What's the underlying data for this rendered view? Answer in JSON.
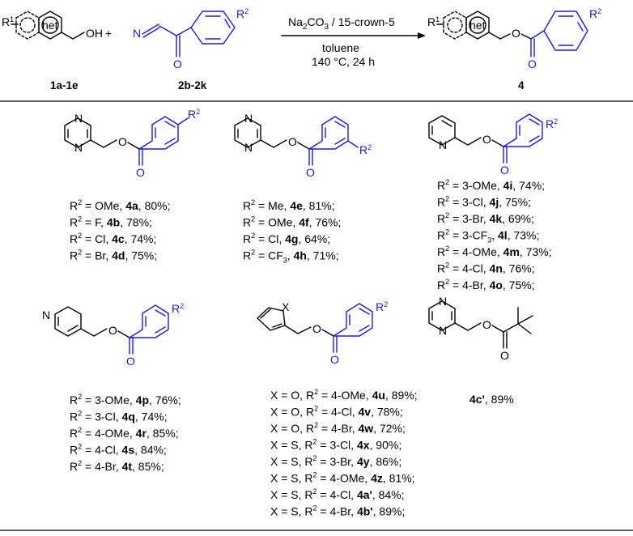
{
  "reaction": {
    "sm1_label": "1a-1e",
    "sm2_label": "2b-2k",
    "product_label": "4",
    "plus": "+",
    "atoms": {
      "r1": "R",
      "r1_sup": "1",
      "het": "het",
      "oh": "OH",
      "n": "N",
      "o": "O",
      "r2": "R",
      "r2_sup": "2",
      "x": "X"
    },
    "conditions": {
      "reagents_a": "Na",
      "reagents_sub": "2",
      "reagents_b": "CO",
      "reagents_sub2": "3",
      "reagents_c": " / 15-crown-5",
      "solvent": "toluene",
      "temp_time": "140 °C, 24 h"
    }
  },
  "groups": [
    {
      "id": "g1",
      "entries": [
        {
          "r": "R",
          "sup": "2",
          "sub": " = OMe, ",
          "cmpd": "4a",
          "yield": ", 80%;"
        },
        {
          "r": "R",
          "sup": "2",
          "sub": " = F, ",
          "cmpd": "4b",
          "yield": ", 78%;"
        },
        {
          "r": "R",
          "sup": "2",
          "sub": " = Cl, ",
          "cmpd": "4c",
          "yield": ", 74%;"
        },
        {
          "r": "R",
          "sup": "2",
          "sub": " = Br, ",
          "cmpd": "4d",
          "yield": ", 75%;"
        }
      ]
    },
    {
      "id": "g2",
      "entries": [
        {
          "r": "R",
          "sup": "2",
          "sub": " = Me, ",
          "cmpd": "4e",
          "yield": ", 81%;"
        },
        {
          "r": "R",
          "sup": "2",
          "sub": " = OMe, ",
          "cmpd": "4f",
          "yield": ", 76%;"
        },
        {
          "r": "R",
          "sup": "2",
          "sub": " = Cl, ",
          "cmpd": "4g",
          "yield": ", 64%;"
        },
        {
          "r": "R",
          "sup": "2",
          "sub": " = CF",
          "sub3": "3",
          "sub4": ", ",
          "cmpd": "4h",
          "yield": ", 71%;"
        }
      ]
    },
    {
      "id": "g3",
      "entries": [
        {
          "r": "R",
          "sup": "2",
          "sub": " = 3-OMe, ",
          "cmpd": "4i",
          "yield": ", 74%;"
        },
        {
          "r": "R",
          "sup": "2",
          "sub": " = 3-Cl, ",
          "cmpd": "4j",
          "yield": ", 75%;"
        },
        {
          "r": "R",
          "sup": "2",
          "sub": " = 3-Br, ",
          "cmpd": "4k",
          "yield": ", 69%;"
        },
        {
          "r": "R",
          "sup": "2",
          "sub": " = 3-CF",
          "sub3": "3",
          "sub4": ", ",
          "cmpd": "4l",
          "yield": ", 73%;"
        },
        {
          "r": "R",
          "sup": "2",
          "sub": " = 4-OMe, ",
          "cmpd": "4m",
          "yield": ", 73%;"
        },
        {
          "r": "R",
          "sup": "2",
          "sub": " = 4-Cl, ",
          "cmpd": "4n",
          "yield": ", 76%;"
        },
        {
          "r": "R",
          "sup": "2",
          "sub": " = 4-Br, ",
          "cmpd": "4o",
          "yield": ", 75%;"
        }
      ]
    },
    {
      "id": "g4",
      "entries": [
        {
          "r": "R",
          "sup": "2",
          "sub": " = 3-OMe, ",
          "cmpd": "4p",
          "yield": ", 76%;"
        },
        {
          "r": "R",
          "sup": "2",
          "sub": " = 3-Cl, ",
          "cmpd": "4q",
          "yield": ", 74%;"
        },
        {
          "r": "R",
          "sup": "2",
          "sub": " = 4-OMe, ",
          "cmpd": "4r",
          "yield": ", 85%;"
        },
        {
          "r": "R",
          "sup": "2",
          "sub": " = 4-Cl, ",
          "cmpd": "4s",
          "yield": ", 84%;"
        },
        {
          "r": "R",
          "sup": "2",
          "sub": " = 4-Br, ",
          "cmpd": "4t",
          "yield": ", 85%;"
        }
      ]
    },
    {
      "id": "g5",
      "entries": [
        {
          "r": "X = O, R",
          "sup": "2",
          "sub": " = 4-OMe, ",
          "cmpd": "4u",
          "yield": ", 89%;"
        },
        {
          "r": "X = O, R",
          "sup": "2",
          "sub": " = 4-Cl, ",
          "cmpd": "4v",
          "yield": ", 78%;"
        },
        {
          "r": "X = O, R",
          "sup": "2",
          "sub": " = 4-Br, ",
          "cmpd": "4w",
          "yield": ", 72%;"
        },
        {
          "r": "X = S, R",
          "sup": "2",
          "sub": " = 3-Cl, ",
          "cmpd": "4x",
          "yield": ", 90%;"
        },
        {
          "r": "X = S, R",
          "sup": "2",
          "sub": " = 3-Br, ",
          "cmpd": "4y",
          "yield": ", 86%;"
        },
        {
          "r": "X = S, R",
          "sup": "2",
          "sub": " = 4-OMe, ",
          "cmpd": "4z",
          "yield": ", 81%;"
        },
        {
          "r": "X = S, R",
          "sup": "2",
          "sub": " = 4-Cl, ",
          "cmpd": "4a'",
          "yield": ", 84%;"
        },
        {
          "r": "X = S, R",
          "sup": "2",
          "sub": " = 4-Br, ",
          "cmpd": "4b'",
          "yield": ", 89%;"
        }
      ]
    },
    {
      "id": "g6",
      "entries": [
        {
          "r": "",
          "sup": "",
          "sub": "",
          "cmpd": "4c'",
          "yield": ", 89%"
        }
      ]
    }
  ],
  "colors": {
    "structure": "#000000",
    "aryl_highlight": "#1a1adb"
  }
}
